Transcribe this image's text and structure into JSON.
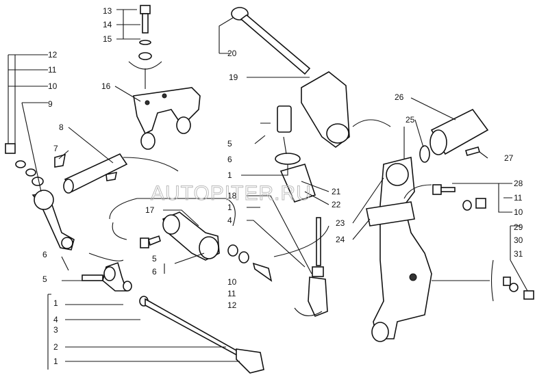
{
  "watermark": "AUTOPITER.RU",
  "callouts": [
    "13",
    "14",
    "15",
    "16",
    "12",
    "11",
    "10",
    "9",
    "8",
    "7",
    "20",
    "19",
    "26",
    "25",
    "27",
    "5",
    "6",
    "1",
    "21",
    "22",
    "18",
    "1",
    "4",
    "17",
    "28",
    "11",
    "10",
    "23",
    "24",
    "29",
    "30",
    "31",
    "6",
    "5",
    "5",
    "6",
    "10",
    "11",
    "12",
    "1",
    "4",
    "3",
    "2",
    "1"
  ]
}
